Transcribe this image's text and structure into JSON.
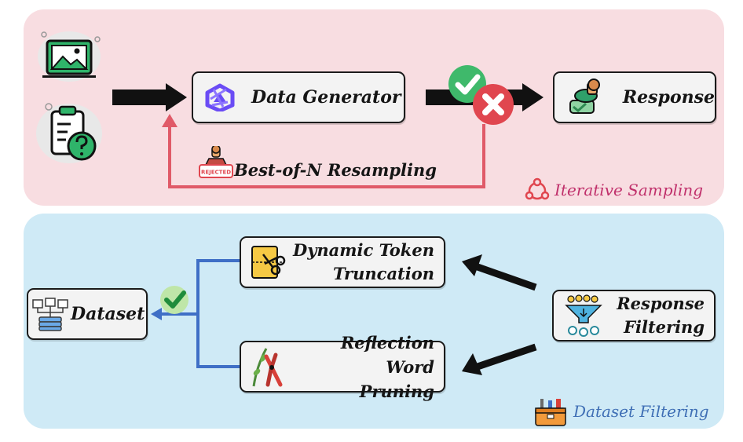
{
  "iterative_section": {
    "title": "Iterative Sampling",
    "title_color": "#c0306b"
  },
  "filtering_section": {
    "title": "Dataset Filtering",
    "title_color": "#3f6fb5"
  },
  "nodes": {
    "data_generator": "Data Generator",
    "response": "Response",
    "resampling": "Best-of-N Resampling",
    "rejected_stamp": "REJECTED",
    "dynamic_token_truncation": [
      "Dynamic Token",
      "Truncation"
    ],
    "reflection_word_pruning": [
      "Reflection Word",
      "Pruning"
    ],
    "dataset": "Dataset",
    "response_filtering": [
      "Response",
      "Filtering"
    ]
  },
  "icons": {
    "input_image": "image-icon",
    "input_question": "clipboard-question-icon",
    "generator": "qwen-logo-icon",
    "accept": "check-icon",
    "reject": "cross-icon",
    "response": "stamp-icon",
    "cycle": "cycle-icon",
    "truncation": "scissors-document-icon",
    "pruning": "pruning-shears-icon",
    "dataset": "database-nodes-icon",
    "filter": "funnel-icon",
    "toolbox": "toolbox-icon"
  },
  "colors": {
    "top_panel": "#f8dde1",
    "bottom_panel": "#cfeaf6",
    "loop_arrow": "#e05a68",
    "tree_lines": "#3f6fc6",
    "main_arrow": "#111111"
  }
}
